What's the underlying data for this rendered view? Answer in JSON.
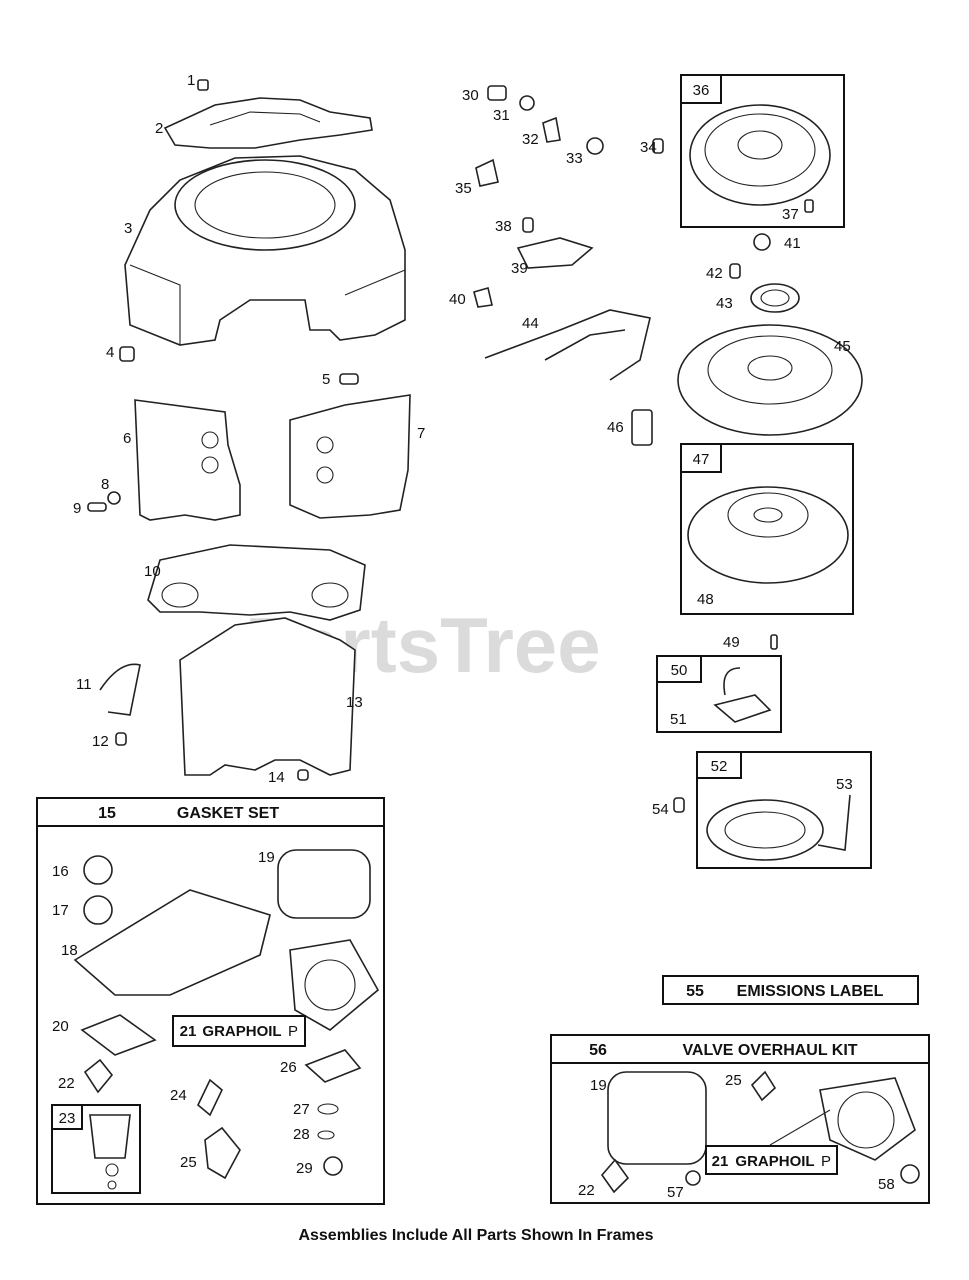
{
  "watermark": "PartsTree",
  "footer": "Assemblies Include All Parts Shown In Frames",
  "callouts": {
    "c1": "1",
    "c2": "2",
    "c3": "3",
    "c4": "4",
    "c5": "5",
    "c6": "6",
    "c7": "7",
    "c8": "8",
    "c9": "9",
    "c10": "10",
    "c11": "11",
    "c12": "12",
    "c13": "13",
    "c14": "14",
    "c16": "16",
    "c17": "17",
    "c18": "18",
    "c19": "19",
    "c20": "20",
    "c22": "22",
    "c24": "24",
    "c25": "25",
    "c26": "26",
    "c27": "27",
    "c28": "28",
    "c29": "29",
    "c30": "30",
    "c31": "31",
    "c32": "32",
    "c33": "33",
    "c34": "34",
    "c35": "35",
    "c37": "37",
    "c38": "38",
    "c39": "39",
    "c40": "40",
    "c41": "41",
    "c42": "42",
    "c43": "43",
    "c44": "44",
    "c45": "45",
    "c46": "46",
    "c48": "48",
    "c49": "49",
    "c51": "51",
    "c53": "53",
    "c54": "54",
    "v19": "19",
    "v22": "22",
    "v25": "25",
    "v57": "57",
    "v58": "58"
  },
  "frames": {
    "f36": "36",
    "f47": "47",
    "f50": "50",
    "f52": "52",
    "f23": "23",
    "gasket_num": "15",
    "gasket_title": "GASKET SET",
    "emissions_num": "55",
    "emissions_title": "EMISSIONS LABEL",
    "valve_num": "56",
    "valve_title": "VALVE OVERHAUL KIT"
  },
  "graphoil": {
    "num": "21",
    "label": "GRAPHOIL",
    "mark": "P"
  }
}
